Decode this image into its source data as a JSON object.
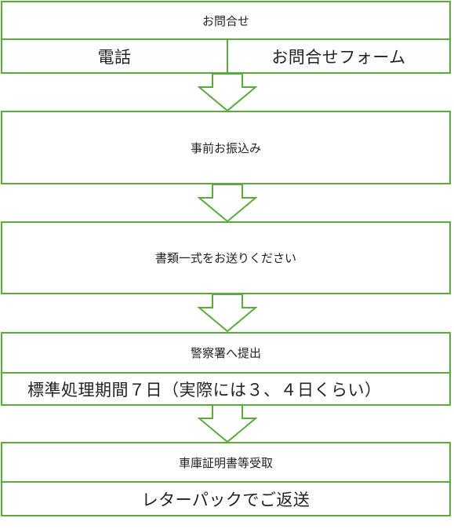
{
  "steps": [
    {
      "title": "お問合せ",
      "options": [
        "電話",
        "お問合せフォーム"
      ]
    },
    {
      "title": "事前お振込み"
    },
    {
      "title": "書類一式をお送りください"
    },
    {
      "title": "警察署へ提出",
      "detail": "標準処理期間７日（実際には３、４日くらい）"
    },
    {
      "title": "車庫証明書等受取",
      "detail": "レターパックでご返送"
    }
  ],
  "colors": {
    "border": "#5aab3c",
    "text": "#222222",
    "background": "#ffffff"
  }
}
